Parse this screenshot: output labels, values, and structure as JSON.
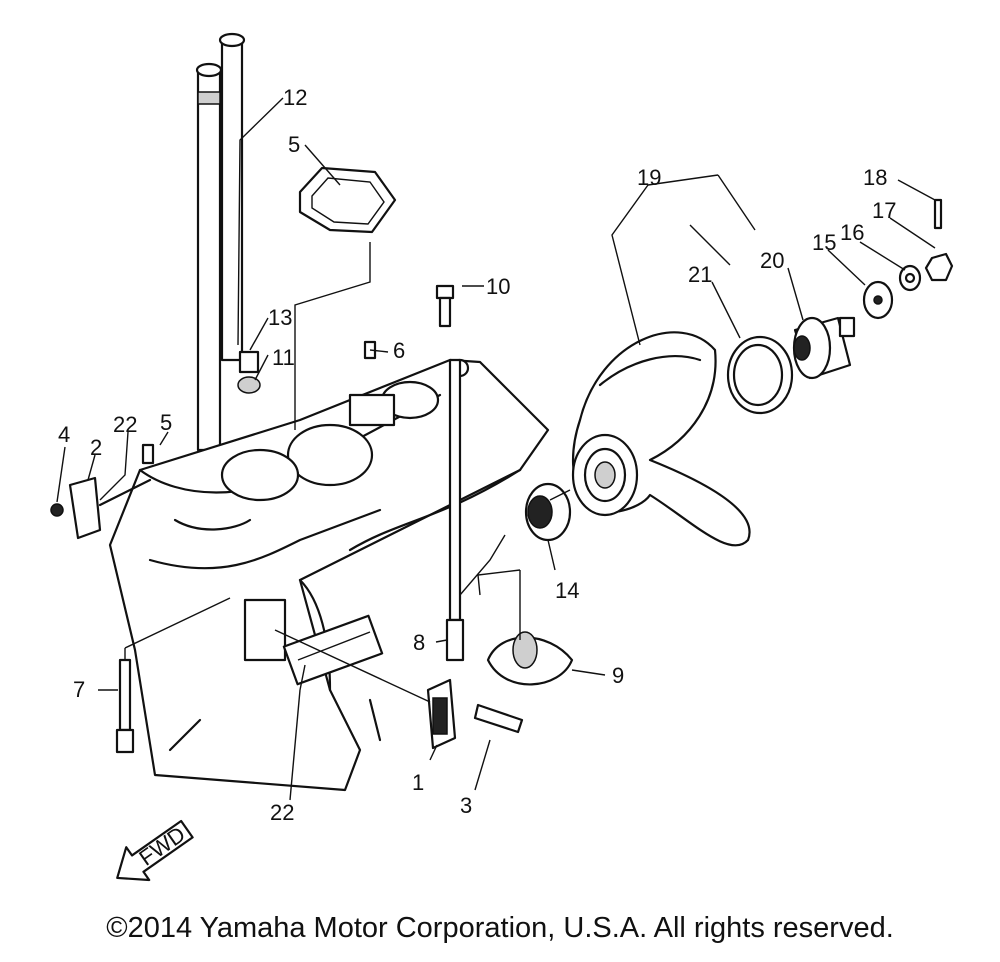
{
  "labels": {
    "p1": "1",
    "p2": "2",
    "p3": "3",
    "p4": "4",
    "p5a": "5",
    "p5b": "5",
    "p6": "6",
    "p7": "7",
    "p8": "8",
    "p9": "9",
    "p10": "10",
    "p11": "11",
    "p12": "12",
    "p13": "13",
    "p14": "14",
    "p15": "15",
    "p16": "16",
    "p17": "17",
    "p18": "18",
    "p19": "19",
    "p20": "20",
    "p21": "21",
    "p22a": "22",
    "p22b": "22"
  },
  "arrow_label": "FWD",
  "copyright": "©2014 Yamaha Motor Corporation, U.S.A. All rights reserved."
}
